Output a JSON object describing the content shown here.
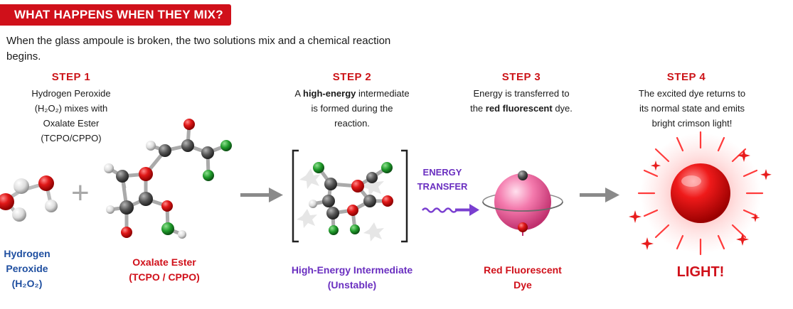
{
  "header": {
    "title": "WHAT HAPPENS WHEN THEY MIX?"
  },
  "intro": "When the glass ampoule is broken, the two solutions mix and a chemical reaction begins.",
  "steps": [
    {
      "title": "STEP 1",
      "lines": [
        "Hydrogen Peroxide",
        "(H₂O₂) mixes with",
        "Oxalate Ester",
        "(TCPO/CPPO)"
      ]
    },
    {
      "title": "STEP 2",
      "lines": [
        "A high-energy intermediate",
        "is formed during the",
        "reaction."
      ]
    },
    {
      "title": "STEP 3",
      "lines": [
        "Energy is transferred to",
        "the red fluorescent dye."
      ]
    },
    {
      "title": "STEP 4",
      "lines": [
        "The excited dye returns to",
        "its normal state and emits",
        "bright crimson light!"
      ]
    }
  ],
  "labels": {
    "h2o2": [
      "Hydrogen",
      "Peroxide",
      "(H₂O₂)"
    ],
    "oxalate": [
      "Oxalate Ester",
      "(TCPO / CPPO)"
    ],
    "intermediate": [
      "High-Energy Intermediate",
      "(Unstable)"
    ],
    "dye": [
      "Red Fluorescent",
      "Dye"
    ],
    "light": "LIGHT!",
    "energy_transfer": [
      "ENERGY",
      "TRANSFER"
    ],
    "plus": "+"
  },
  "colors": {
    "accent_red": "#d0101a",
    "blue": "#1f4fa0",
    "purple": "#6a2fc0",
    "arrow_gray": "#8a8a8a"
  }
}
